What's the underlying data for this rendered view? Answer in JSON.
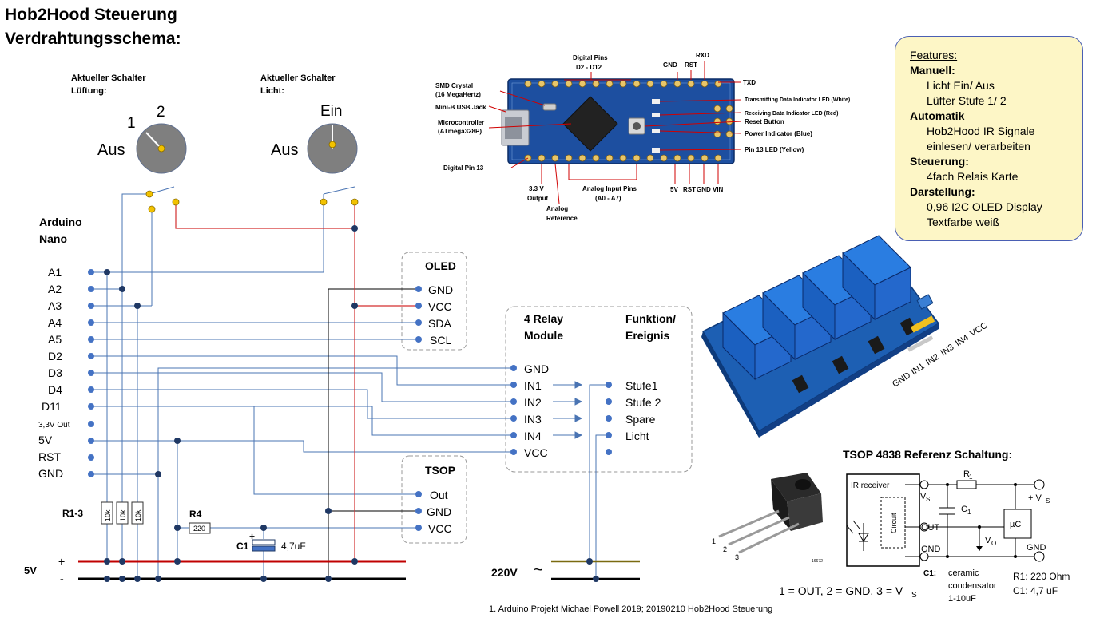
{
  "title": {
    "line1": "Hob2Hood Steuerung",
    "line2": "Verdrahtungsschema:"
  },
  "switches": {
    "fan": {
      "caption1": "Aktueller Schalter",
      "caption2": "Lüftung:",
      "pos1": "1",
      "pos2": "2",
      "off": "Aus"
    },
    "light": {
      "caption1": "Aktueller Schalter",
      "caption2": "Licht:",
      "on": "Ein",
      "off": "Aus"
    }
  },
  "arduino": {
    "title1": "Arduino",
    "title2": "Nano",
    "pins": [
      "A1",
      "A2",
      "A3",
      "A4",
      "A5",
      "D2",
      "D3",
      "D4",
      "D11",
      "3,3V Out",
      "5V",
      "RST",
      "GND"
    ]
  },
  "oled": {
    "title": "OLED",
    "pins": [
      "GND",
      "VCC",
      "SDA",
      "SCL"
    ]
  },
  "relay": {
    "title1": "4 Relay",
    "title2": "Module",
    "func1": "Funktion/",
    "func2": "Ereignis",
    "pins": [
      "GND",
      "IN1",
      "IN2",
      "IN3",
      "IN4",
      "VCC"
    ],
    "functions": [
      "Stufe1",
      "Stufe 2",
      "Spare",
      "Licht"
    ]
  },
  "tsop": {
    "title": "TSOP",
    "pins": [
      "Out",
      "GND",
      "VCC"
    ]
  },
  "components": {
    "r13_label": "R1-3",
    "r_value": "10k",
    "r4_label": "R4",
    "r4_value": "220",
    "c1_label": "C1",
    "c1_value": "4,7uF",
    "c1_plus": "+"
  },
  "power": {
    "v5": "5V",
    "plus": "+",
    "minus": "-",
    "v220": "220V",
    "tilde": "~"
  },
  "nano_board": {
    "top_label1": "Digital Pins",
    "top_label2": "D2 - D12",
    "gnd": "GND",
    "rst": "RST",
    "rxd": "RXD",
    "txd": "TXD",
    "smd1": "SMD Crystal",
    "smd2": "(16 MegaHertz)",
    "usb": "Mini-B USB Jack",
    "mcu1": "Microcontroller",
    "mcu2": "(ATmega328P)",
    "pin13": "Digital Pin 13",
    "tx_led": "Transmitting Data Indicator LED (White)",
    "rx_led": "Receiving Data Indicator LED (Red)",
    "reset": "Reset Button",
    "power_led": "Power Indicator (Blue)",
    "led13": "Pin 13 LED (Yellow)",
    "v33_1": "3.3 V",
    "v33_2": "Output",
    "aref1": "Analog",
    "aref2": "Reference",
    "analog1": "Analog Input Pins",
    "analog2": "(A0 - A7)",
    "b5v": "5V",
    "brst": "RST",
    "bgnd": "GND",
    "bvin": "VIN"
  },
  "relay_photo": {
    "labels": [
      "GND",
      "IN1",
      "IN2",
      "IN3",
      "IN4",
      "VCC"
    ]
  },
  "tsop_ref": {
    "title": "TSOP 4838 Referenz Schaltung:",
    "ir_receiver": "IR receiver",
    "circuit": "Circuit",
    "vs": "V",
    "vs_sub": "S",
    "out": "OUT",
    "gnd": "GND",
    "r1": "R",
    "r1_sub": "1",
    "c1": "C",
    "c1_sub": "1",
    "vo": "V",
    "vo_sub": "O",
    "uc": "µC",
    "pvs": "+ V",
    "pvs_sub": "S",
    "gnd2": "GND",
    "pin1": "1",
    "pin2": "2",
    "pin3": "3",
    "code": "16672",
    "pinout": "1 = OUT, 2 = GND, 3 = V",
    "pinout_sub": "S",
    "c1_note_label": "C1:",
    "c1_note": [
      "ceramic",
      "condensator",
      "1-10uF"
    ],
    "values": [
      "R1: 220 Ohm",
      "C1: 4,7 uF"
    ]
  },
  "features": {
    "heading": "Features:",
    "sections": [
      {
        "title": "Manuell:",
        "items": [
          "Licht Ein/ Aus",
          "Lüfter Stufe 1/ 2"
        ]
      },
      {
        "title": "Automatik",
        "items": [
          "Hob2Hood IR Signale",
          "einlesen/ verarbeiten"
        ]
      },
      {
        "title": "Steuerung:",
        "items": [
          "4fach Relais Karte"
        ]
      },
      {
        "title": "Darstellung:",
        "items": [
          "0,96 I2C OLED Display",
          "Textfarbe weiß"
        ]
      }
    ]
  },
  "footer": "1. Arduino Projekt Michael Powell 2019; 20190210 Hob2Hood Steuerung",
  "colors": {
    "wire_blue": "#4a74b3",
    "wire_red": "#d32f2f",
    "dot_blue": "#4472c4",
    "dot_yellow": "#f2c200",
    "dark_blue": "#1f3864",
    "knob": "#7f7f7f",
    "bus_brown": "#7a6a10"
  }
}
